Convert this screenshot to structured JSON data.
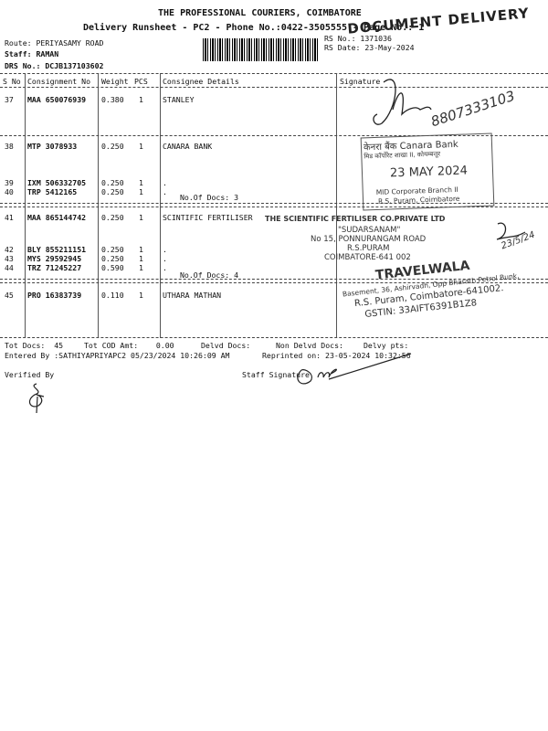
{
  "header": {
    "company": "THE PROFESSIONAL COURIERS, COIMBATORE",
    "subtitle": "Delivery Runsheet - PC2 - Phone No.:0422-3505555 - Page No.: 1",
    "route": "Route: PERIYASAMY ROAD",
    "staff": "Staff: RAMAN",
    "drs": "DRS No.: DCJB137103602",
    "rs_no": "RS No.: 1371036",
    "rs_date": "RS Date: 23-May-2024",
    "stamp_doc": "DOCUMENT DELIVERY"
  },
  "columns": [
    "S No",
    "Consignment No",
    "Weight",
    "PCS",
    "Consignee Details",
    "Signature"
  ],
  "rows": [
    {
      "sno": "37",
      "cons": "MAA 650076939",
      "weight": "0.380",
      "pcs": "1",
      "consignee": "STANLEY"
    },
    {
      "sno": "38",
      "cons": "MTP 3078933",
      "weight": "0.250",
      "pcs": "1",
      "consignee": "CANARA BANK"
    },
    {
      "sno": "39",
      "cons": "IXM 506332705",
      "weight": "0.250",
      "pcs": "1",
      "consignee": "."
    },
    {
      "sno": "40",
      "cons": "TRP 5412165",
      "weight": "0.250",
      "pcs": "1",
      "consignee": "."
    },
    {
      "sno": "41",
      "cons": "MAA 865144742",
      "weight": "0.250",
      "pcs": "1",
      "consignee": "SCINTIFIC FERTILISER"
    },
    {
      "sno": "42",
      "cons": "BLY 855211151",
      "weight": "0.250",
      "pcs": "1",
      "consignee": "."
    },
    {
      "sno": "43",
      "cons": "MYS 29592945",
      "weight": "0.250",
      "pcs": "1",
      "consignee": "."
    },
    {
      "sno": "44",
      "cons": "TRZ 71245227",
      "weight": "0.590",
      "pcs": "1",
      "consignee": "."
    },
    {
      "sno": "45",
      "cons": "PRO 16383739",
      "weight": "0.110",
      "pcs": "1",
      "consignee": "UTHARA MATHAN"
    }
  ],
  "groups": {
    "g1": "No.Of Docs: 3",
    "g2": "No.Of Docs: 4"
  },
  "handwriting": {
    "sig37": "8807333103",
    "sig41": "23/5/24"
  },
  "stamps": {
    "canara": [
      "केनरा बैंक Canara Bank",
      "मिड कॉर्पोरेट शाखा II, कोयम्बत्तूर",
      "23 MAY 2024",
      "MID Corporate Branch II",
      "R.S. Puram, Coimbatore"
    ],
    "fertiliser": [
      "THE SCIENTIFIC FERTILISER CO.PRIVATE LTD",
      "\"SUDARSANAM\"",
      "No 15, PONNURANGAM ROAD",
      "R.S.PURAM",
      "COIMBATORE-641 002"
    ],
    "travelwala": [
      "TRAVELWALA",
      "Basement, 36, Ashirvadh, Opp Bharath Petrol Bunk,",
      "R.S. Puram, Coimbatore-641002.",
      "GSTIN: 33AIFT6391B1Z8"
    ]
  },
  "footer": {
    "tot_docs": "Tot Docs:  45",
    "cod": "Tot COD Amt:    0.00",
    "delvd": "Delvd Docs:",
    "non_delvd": "Non Delvd Docs:",
    "delvy_pts": "Delvy pts:",
    "entered": "Entered By :SATHIYAPRIYAPC2 05/23/2024 10:26:09 AM",
    "reprinted": "Reprinted on: 23-05-2024 10:32:56",
    "verified": "Verified By",
    "staff_sig": "Staff Signature"
  }
}
